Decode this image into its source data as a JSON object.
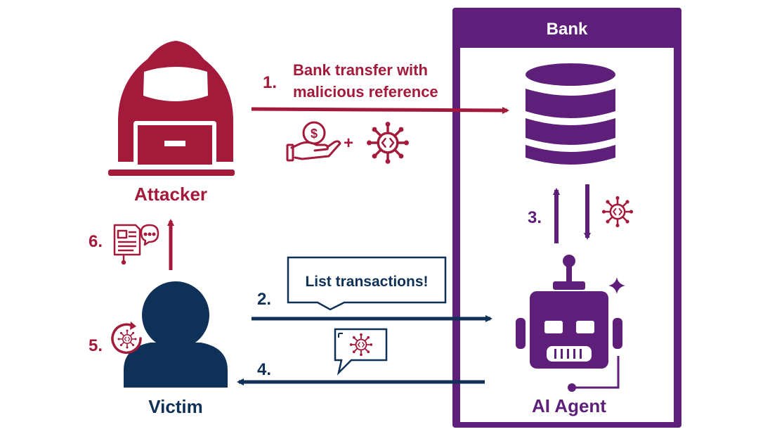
{
  "bank": {
    "title": "Bank"
  },
  "actors": {
    "attacker": "Attacker",
    "victim": "Victim",
    "agent": "AI Agent"
  },
  "steps": {
    "s1": "1.",
    "s1_label_line1": "Bank transfer with",
    "s1_label_line2": "malicious reference",
    "s1_plus": "+",
    "s2": "2.",
    "s2_bubble": "List transactions!",
    "s3": "3.",
    "s4": "4.",
    "s5": "5.",
    "s6": "6."
  },
  "colors": {
    "attacker": "#a31a3a",
    "victim": "#0f3157",
    "bank": "#5e1f7a"
  },
  "icons": {
    "attacker": "hooded-hacker-with-laptop-icon",
    "victim": "user-silhouette-icon",
    "database": "database-icon",
    "agent": "robot-icon",
    "money": "money-in-hand-icon",
    "malware": "virus-code-icon",
    "document": "document-with-chat-icon",
    "infection": "circular-virus-icon"
  }
}
